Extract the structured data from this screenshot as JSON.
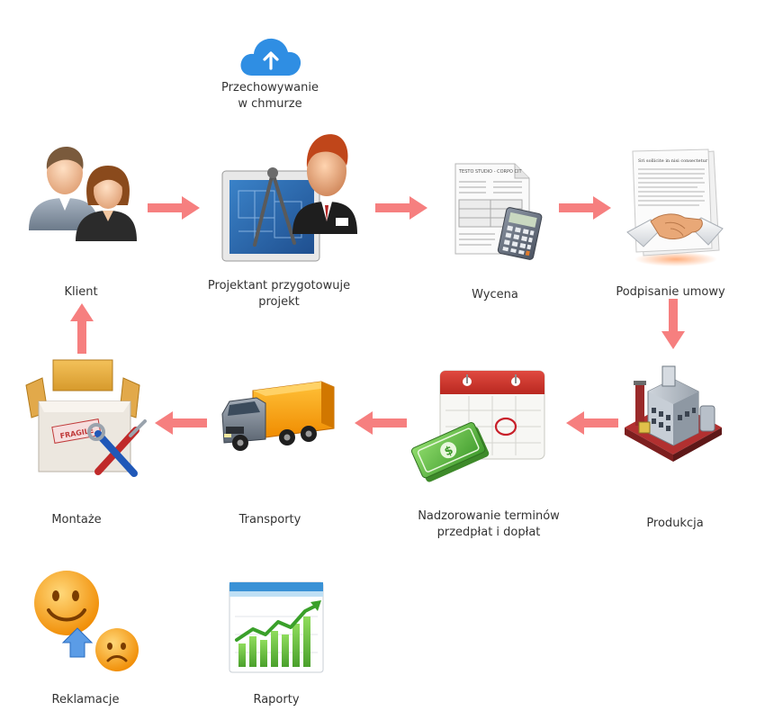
{
  "colors": {
    "arrow": "#f67f7f",
    "cloud": "#2f8ee3",
    "text": "#333333"
  },
  "cloud": {
    "label_line1": "Przechowywanie",
    "label_line2": "w chmurze",
    "icon": "cloud-upload-icon"
  },
  "steps": {
    "klient": {
      "label": "Klient",
      "icon": "people-icon"
    },
    "projektant": {
      "label_line1": "Projektant przygotowuje",
      "label_line2": "projekt",
      "icon": "architect-icon"
    },
    "wycena": {
      "label": "Wycena",
      "icon": "calculator-document-icon"
    },
    "umowa": {
      "label": "Podpisanie umowy",
      "icon": "handshake-contract-icon"
    },
    "produkcja": {
      "label": "Produkcja",
      "icon": "factory-icon"
    },
    "terminy": {
      "label_line1": "Nadzorowanie terminów",
      "label_line2": "przedpłat i dopłat",
      "icon": "calendar-money-icon"
    },
    "transporty": {
      "label": "Transporty",
      "icon": "truck-icon"
    },
    "montaze": {
      "label": "Montaże",
      "icon": "box-tools-icon"
    },
    "reklamacje": {
      "label": "Reklamacje",
      "icon": "smiley-icon"
    },
    "raporty": {
      "label": "Raporty",
      "icon": "chart-icon"
    }
  },
  "doc_text": {
    "wycena_header": "TESTO STUDIO - CORPO CIT",
    "umowa_header": "Sri sollicite in nisi consectetur"
  }
}
